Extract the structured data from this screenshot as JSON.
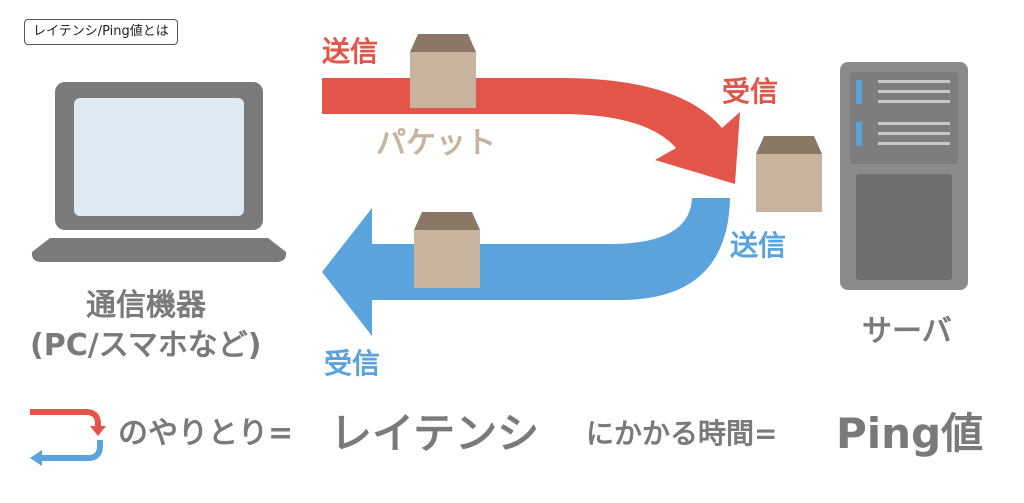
{
  "tag_label": "レイテンシ/Ping値とは",
  "device": {
    "line1": "通信機器",
    "line2": "(PC/スマホなど)"
  },
  "server_label": "サーバ",
  "packet_label": "パケット",
  "top_flow": {
    "send": "送信",
    "receive": "受信"
  },
  "bottom_flow": {
    "send": "送信",
    "receive": "受信"
  },
  "summary": {
    "exchange_text": "のやりとり=",
    "latency": "レイテンシ",
    "time_text": "にかかる時間=",
    "ping": "Ping値"
  },
  "colors": {
    "send_red": "#e45549",
    "receive_blue": "#5aa3dc",
    "device_gray": "#7a7a7a",
    "screen_blue": "#dde9f3",
    "box_tan": "#c8b49e",
    "box_top": "#8a7766"
  }
}
